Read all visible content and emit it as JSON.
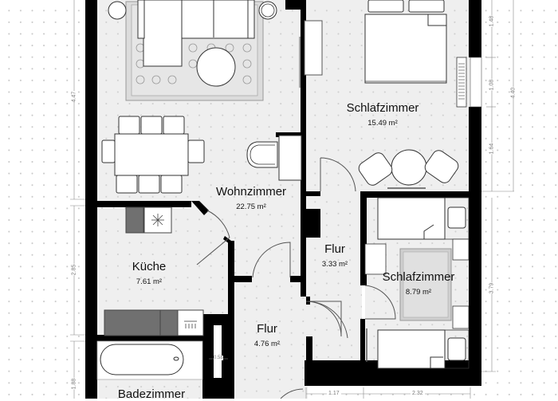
{
  "floorplan": {
    "rooms": [
      {
        "id": "wohnzimmer",
        "name": "Wohnzimmer",
        "area": "22.75 m²"
      },
      {
        "id": "schlafzimmer-1",
        "name": "Schlafzimmer",
        "area": "15.49 m²"
      },
      {
        "id": "kueche",
        "name": "Küche",
        "area": "7.61 m²"
      },
      {
        "id": "flur-1",
        "name": "Flur",
        "area": "3.33 m²"
      },
      {
        "id": "schlafzimmer-2",
        "name": "Schlafzimmer",
        "area": "8.79 m²"
      },
      {
        "id": "flur-2",
        "name": "Flur",
        "area": "4.76 m²"
      },
      {
        "id": "badezimmer",
        "name": "Badezimmer",
        "area": ""
      }
    ],
    "dimensions": {
      "left_top": "4.47",
      "left_middle": "2.85",
      "left_bottom": "1.88",
      "right_segment_1": "1.48",
      "right_segment_2": "1.08",
      "right_segment_3": "1.64",
      "right_total": "4.40",
      "right_lower": "3.79",
      "bottom_1": "1.17",
      "bottom_2": "2.32",
      "wall_inner": "0.58"
    },
    "colors": {
      "wall": "#000000",
      "floor": "#efefef",
      "counter": "#707070",
      "grid_dot": "#c9c9c9"
    }
  }
}
